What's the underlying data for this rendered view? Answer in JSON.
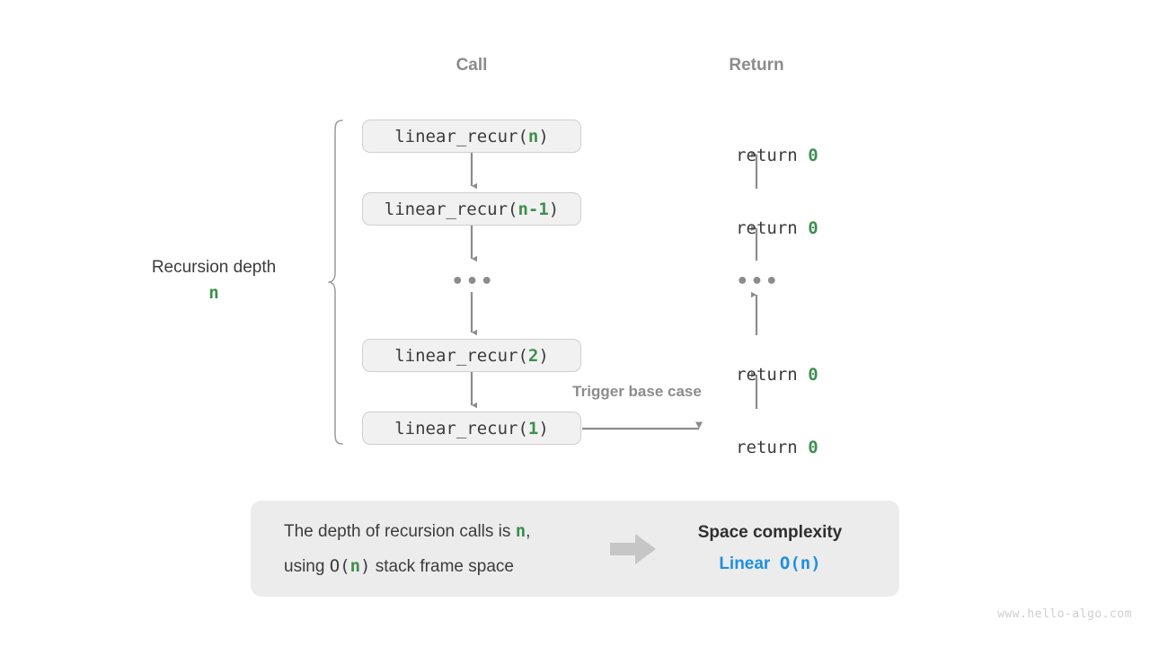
{
  "columns": {
    "call_header": "Call",
    "return_header": "Return"
  },
  "depth_annotation": {
    "title": "Recursion depth",
    "value": "n"
  },
  "call_stack": [
    {
      "label_prefix": "linear_recur(",
      "arg": "n",
      "label_suffix": ")"
    },
    {
      "label_prefix": "linear_recur(",
      "arg": "n-1",
      "label_suffix": ")"
    },
    {
      "label_prefix": "linear_recur(",
      "arg": "2",
      "label_suffix": ")"
    },
    {
      "label_prefix": "linear_recur(",
      "arg": "1",
      "label_suffix": ")"
    }
  ],
  "call_ellipsis": "•••",
  "return_ellipsis": "•••",
  "returns": [
    {
      "keyword": "return ",
      "value": "0"
    },
    {
      "keyword": "return ",
      "value": "0"
    },
    {
      "keyword": "return ",
      "value": "0"
    },
    {
      "keyword": "return ",
      "value": "0"
    }
  ],
  "trigger_label": "Trigger base case",
  "info": {
    "line1_a": "The depth of recursion calls is ",
    "line1_n": "n",
    "line1_b": ",",
    "line2_a": "using ",
    "line2_o": "O(",
    "line2_n": "n",
    "line2_c": ")",
    "line2_b": " stack frame space",
    "result_title": "Space complexity",
    "result_kind": "Linear",
    "result_big_o": "O(n)"
  },
  "watermark": "www.hello-algo.com",
  "colors": {
    "accent_green": "#3f8f4f",
    "accent_blue": "#1f90e0",
    "arrow_gray": "#8c8c8c",
    "box_fill": "#f1f1f1",
    "box_border": "#cfcfcf",
    "panel_fill": "#ececec",
    "header_gray": "#8c8c8c",
    "text_dark": "#3c3c3c"
  }
}
